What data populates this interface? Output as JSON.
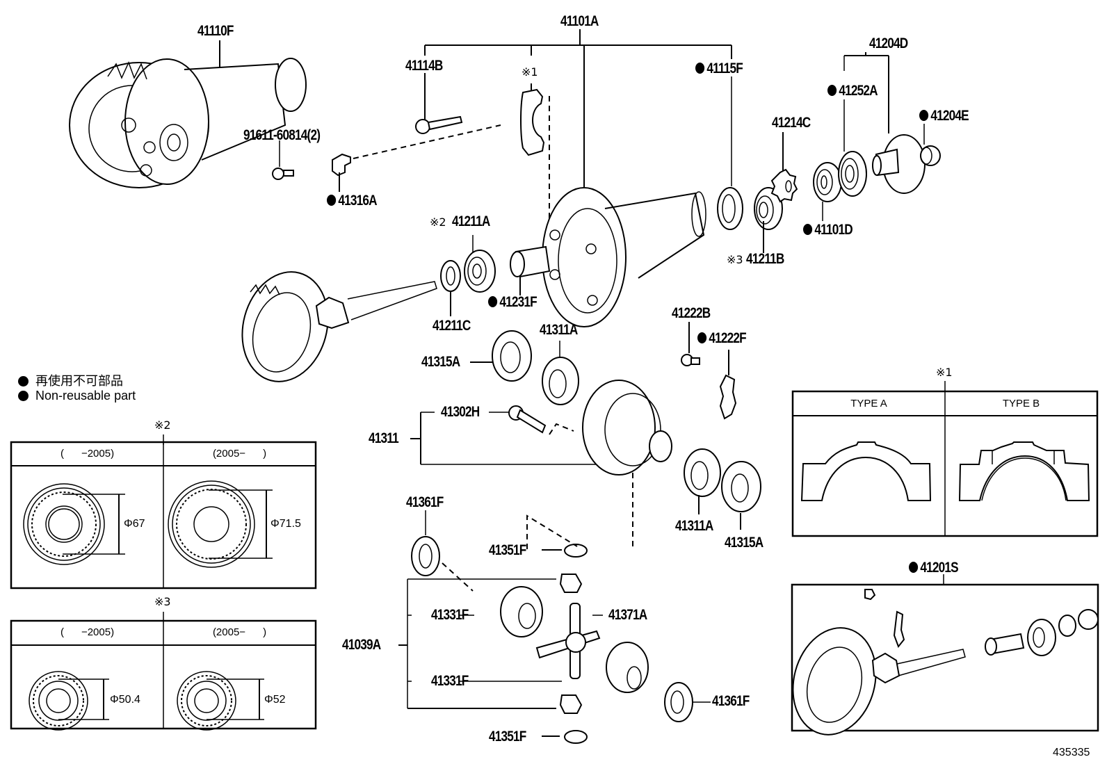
{
  "diagram": {
    "title": "Differential carrier assembly — exploded parts diagram",
    "illustration_number": "435335",
    "legend": {
      "jp": "再使用不可部品",
      "en": "Non-reusable part"
    },
    "labels": {
      "p41110F": "41110F",
      "p91611": "91611-60814(2)",
      "p41316A": "41316A",
      "p41101A": "41101A",
      "p41114B": "41114B",
      "note1": "※1",
      "p41115F": "41115F",
      "p41204D": "41204D",
      "p41252A": "41252A",
      "p41204E": "41204E",
      "p41214C": "41214C",
      "p41101D": "41101D",
      "p41211B_note": "※3",
      "p41211B": "41211B",
      "p41211A_note": "※2",
      "p41211A": "41211A",
      "p41231F": "41231F",
      "p41211C": "41211C",
      "p41222B": "41222B",
      "p41222F": "41222F",
      "p41311A_top": "41311A",
      "p41315A_left": "41315A",
      "p41302H": "41302H",
      "p41311": "41311",
      "p41311A_bottom": "41311A",
      "p41315A_right": "41315A",
      "p41361F_top": "41361F",
      "p41351F_top": "41351F",
      "p41331F_top": "41331F",
      "p41371A": "41371A",
      "p41039A": "41039A",
      "p41331F_bottom": "41331F",
      "p41361F_bottom": "41361F",
      "p41351F_bottom": "41351F",
      "p41201S": "41201S"
    },
    "non_reusable": [
      "41316A",
      "41115F",
      "41252A",
      "41204E",
      "41101D",
      "41231F",
      "41222F",
      "41201S"
    ],
    "note_tables": {
      "note2": {
        "marker": "※2",
        "columns": [
          {
            "header": "(      −2005)",
            "dimension": "Φ67"
          },
          {
            "header": "(2005−      )",
            "dimension": "Φ71.5"
          }
        ]
      },
      "note3": {
        "marker": "※3",
        "columns": [
          {
            "header": "(      −2005)",
            "dimension": "Φ50.4"
          },
          {
            "header": "(2005−      )",
            "dimension": "Φ52"
          }
        ]
      },
      "note1": {
        "marker": "※1",
        "columns": [
          {
            "header": "TYPE A"
          },
          {
            "header": "TYPE B"
          }
        ]
      }
    }
  }
}
